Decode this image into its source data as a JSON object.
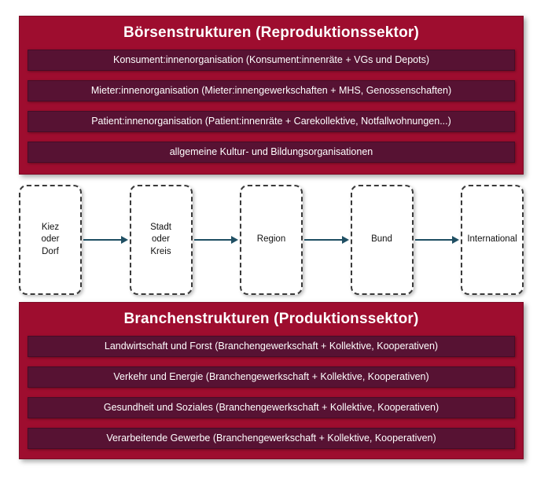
{
  "colors": {
    "section_bg": "#9e0d2f",
    "row_bg": "#571233",
    "arrow": "#1f4f63",
    "node_border": "#3a3a3a",
    "text_on_dark": "#ffffff"
  },
  "top_section": {
    "title": "Börsenstrukturen (Reproduktionssektor)",
    "rows": [
      "Konsument:innenorganisation (Konsument:innenräte + VGs und Depots)",
      "Mieter:innenorganisation (Mieter:innengewerkschaften + MHS, Genossenschaften)",
      "Patient:innenorganisation (Patient:innenräte + Carekollektive, Notfallwohnungen...)",
      "allgemeine Kultur- und Bildungsorganisationen"
    ]
  },
  "flow_nodes": [
    {
      "label": "Kiez\noder\nDorf"
    },
    {
      "label": "Stadt\noder\nKreis"
    },
    {
      "label": "Region"
    },
    {
      "label": "Bund"
    },
    {
      "label": "International"
    }
  ],
  "bottom_section": {
    "title": "Branchenstrukturen (Produktionssektor)",
    "rows": [
      "Landwirtschaft und Forst (Branchengewerkschaft + Kollektive, Kooperativen)",
      "Verkehr und Energie (Branchengewerkschaft + Kollektive, Kooperativen)",
      "Gesundheit und Soziales (Branchengewerkschaft + Kollektive, Kooperativen)",
      "Verarbeitende Gewerbe (Branchengewerkschaft + Kollektive, Kooperativen)"
    ]
  }
}
